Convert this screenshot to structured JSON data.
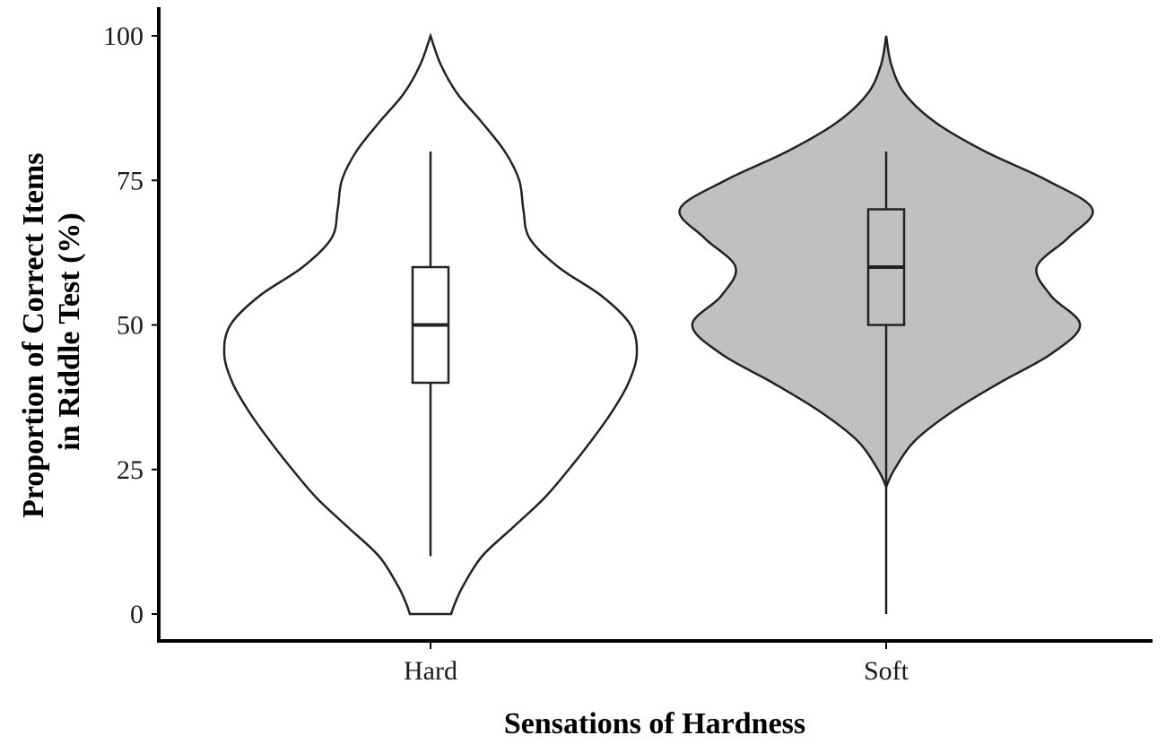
{
  "chart_data": {
    "type": "violin",
    "xlabel": "Sensations of Hardness",
    "ylabel_lines": [
      "Proportion of Correct Items",
      "in Riddle Test (%)"
    ],
    "ylim": [
      0,
      100
    ],
    "yticks": [
      0,
      25,
      50,
      75,
      100
    ],
    "categories": [
      "Hard",
      "Soft"
    ],
    "groups": [
      {
        "category": "Hard",
        "fill": "#ffffff",
        "box": {
          "min": 10,
          "q1": 40,
          "median": 50,
          "q3": 60,
          "max": 80
        },
        "density_profile": [
          [
            0,
            0.1
          ],
          [
            2,
            0.12
          ],
          [
            5,
            0.16
          ],
          [
            10,
            0.25
          ],
          [
            15,
            0.4
          ],
          [
            20,
            0.55
          ],
          [
            25,
            0.67
          ],
          [
            30,
            0.78
          ],
          [
            35,
            0.88
          ],
          [
            40,
            0.96
          ],
          [
            45,
            1.0
          ],
          [
            50,
            0.97
          ],
          [
            55,
            0.83
          ],
          [
            60,
            0.62
          ],
          [
            65,
            0.48
          ],
          [
            70,
            0.45
          ],
          [
            75,
            0.43
          ],
          [
            80,
            0.36
          ],
          [
            85,
            0.25
          ],
          [
            90,
            0.13
          ],
          [
            95,
            0.05
          ],
          [
            100,
            0.0
          ]
        ]
      },
      {
        "category": "Soft",
        "fill": "#c0c0c0",
        "box": {
          "min": 0,
          "q1": 50,
          "median": 60,
          "q3": 70,
          "max": 80
        },
        "density_profile": [
          [
            22,
            0.0
          ],
          [
            25,
            0.04
          ],
          [
            30,
            0.14
          ],
          [
            35,
            0.32
          ],
          [
            40,
            0.55
          ],
          [
            45,
            0.8
          ],
          [
            50,
            0.94
          ],
          [
            55,
            0.8
          ],
          [
            60,
            0.73
          ],
          [
            65,
            0.88
          ],
          [
            70,
            1.0
          ],
          [
            75,
            0.78
          ],
          [
            80,
            0.48
          ],
          [
            85,
            0.24
          ],
          [
            90,
            0.09
          ],
          [
            95,
            0.025
          ],
          [
            100,
            0.0
          ]
        ]
      }
    ]
  }
}
